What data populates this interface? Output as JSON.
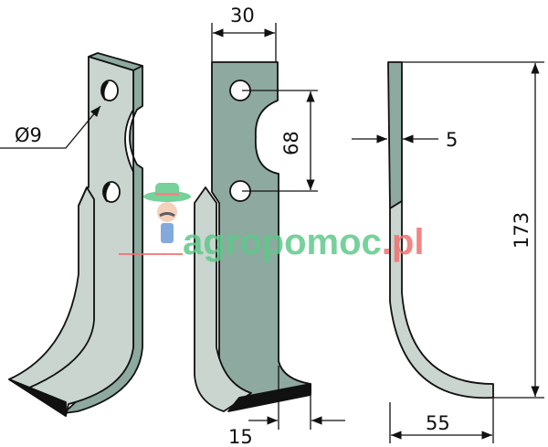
{
  "title": "Tiller blade technical drawing",
  "dimensions": {
    "width_top": "30",
    "hole_diameter": "Ø9",
    "hole_spacing": "68",
    "thickness": "5",
    "height": "173",
    "bend_offset": "15",
    "blade_reach": "55"
  },
  "watermark": {
    "text_main": "agropomoc",
    "text_tld": ".pl",
    "color_main": "#5fc98a",
    "color_tld": "#f07070"
  },
  "colors": {
    "steel_dark": "#8ea99f",
    "steel_light": "#c9d5ce",
    "edge": "#111111"
  }
}
